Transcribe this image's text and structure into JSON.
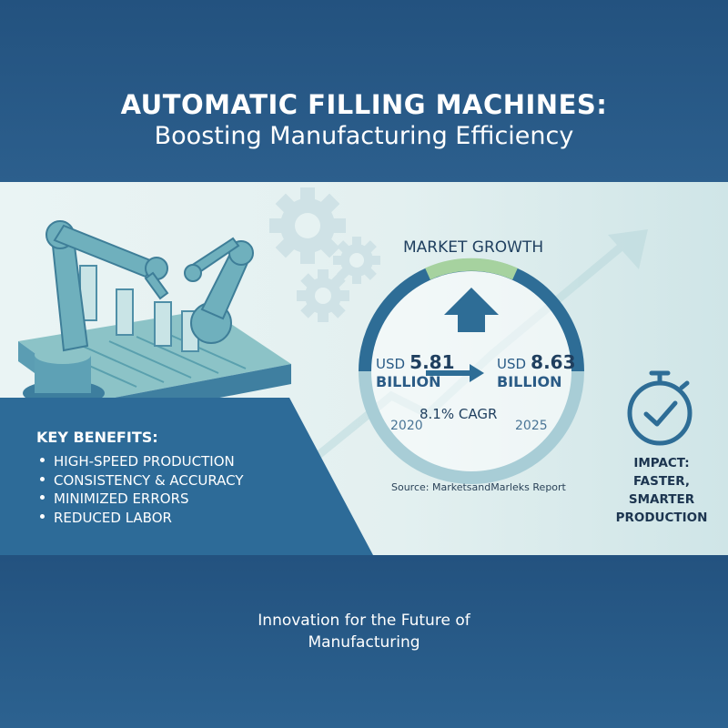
{
  "header": {
    "title": "AUTOMATIC FILLING MACHINES:",
    "subtitle": "Boosting Manufacturing Efficiency"
  },
  "market_growth": {
    "title": "MARKET GROWTH",
    "start": {
      "currency": "USD",
      "value": "5.81",
      "unit": "BILLION",
      "year": "2020"
    },
    "end": {
      "currency": "USD",
      "value": "8.63",
      "unit": "BILLION",
      "year": "2025"
    },
    "cagr": "8.1% CAGR",
    "source": "Source: MarketsandMarleks Report"
  },
  "key_benefits": {
    "title": "KEY BENEFITS:",
    "items": [
      "HIGH-SPEED PRODUCTION",
      "CONSISTENCY & ACCURACY",
      "MINIMIZED ERRORS",
      "REDUCED LABOR"
    ]
  },
  "impact": {
    "lines": [
      "IMPACT:",
      "FASTER, SMARTER",
      "PRODUCTION"
    ]
  },
  "footer": {
    "tagline_line1": "Innovation for the Future of",
    "tagline_line2": "Manufacturing"
  },
  "colors": {
    "navy": "#23527f",
    "panel": "#e6f2f2",
    "teal": "#7fb8bf",
    "green": "#a6d29f",
    "dark_text": "#1f3f5f"
  },
  "icons": [
    "robot-arm-icon",
    "conveyor-belt-icon",
    "gear-icon",
    "up-arrow-icon",
    "right-arrow-icon",
    "stopwatch-check-icon"
  ]
}
